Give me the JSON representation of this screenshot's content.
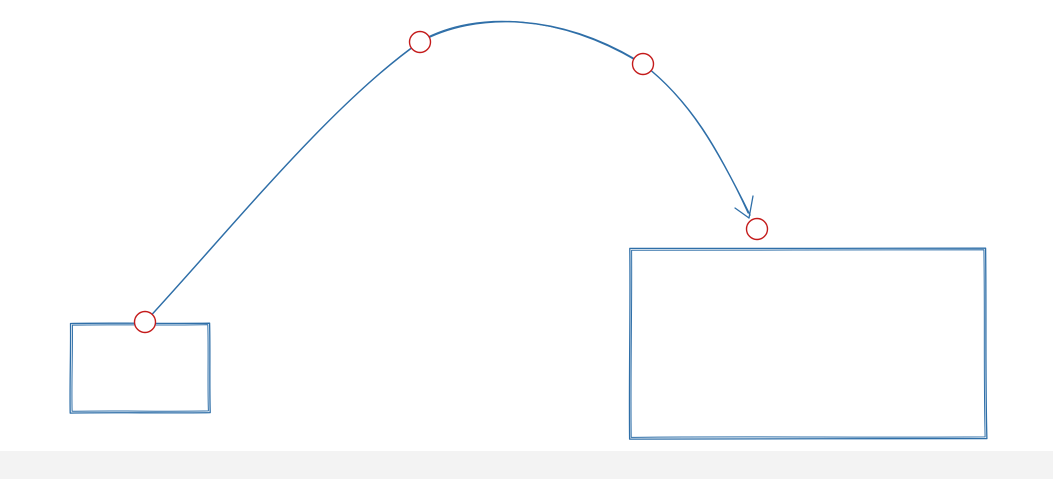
{
  "canvas": {
    "background": "#ffffff",
    "footer_strip_color": "#f3f3f3"
  },
  "colors": {
    "shape_stroke": "#2f6fa8",
    "handle_stroke": "#c41b1b",
    "handle_fill": "#ffffff"
  },
  "elements": {
    "source_rectangle": {
      "label": ""
    },
    "target_rectangle": {
      "label": ""
    },
    "connector_arrow": {
      "label": ""
    }
  },
  "handles": [
    {
      "name": "handle-start"
    },
    {
      "name": "handle-midpoint-1"
    },
    {
      "name": "handle-midpoint-2"
    },
    {
      "name": "handle-end"
    }
  ]
}
